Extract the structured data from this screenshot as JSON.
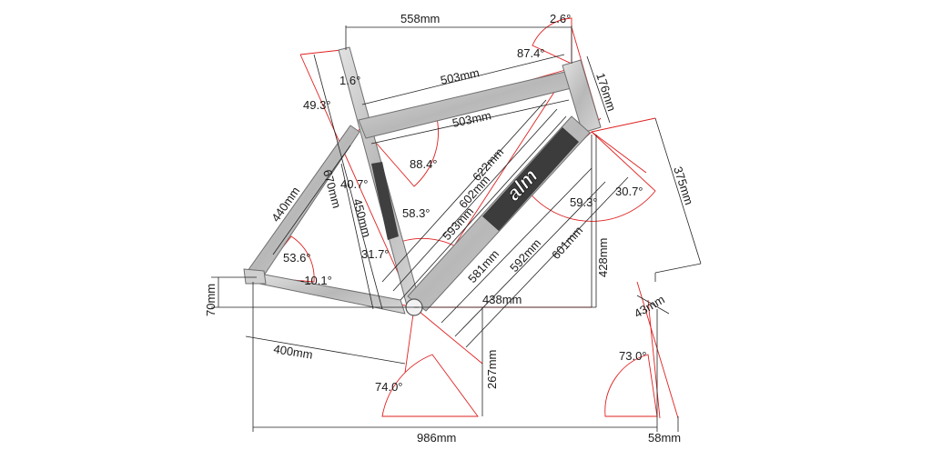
{
  "brand": "alm",
  "colors": {
    "dimension_line": "#222222",
    "construction_line": "#e02020",
    "tube_light": "#c9c9c9",
    "tube_dark": "#3c3c3c"
  },
  "dimensions": {
    "top_tube_horizontal": "558mm",
    "head_angle_offset": "2.6°",
    "head_tube_angle_top": "87.4°",
    "top_tube_upper": "503mm",
    "top_tube_lower": "503mm",
    "head_tube_length": "176mm",
    "seat_offset_angle": "1.6°",
    "seat_stay_angle": "49.3°",
    "seat_top_angle": "88.4°",
    "seat_tube_full": "670mm",
    "seat_stay_length": "440mm",
    "seat_tube_angle_inner": "40.7°",
    "seat_tube_length": "450mm",
    "down_tube_622": "622mm",
    "down_tube_602": "602mm",
    "down_tube_593": "593mm",
    "down_tube_angle": "58.3°",
    "head_down_angle": "59.3°",
    "fork_angle": "30.7°",
    "fork_length": "375mm",
    "chainstay_angle": "53.6°",
    "dropout_angle": "-10.1°",
    "bb_angle": "31.7°",
    "reach_581": "581mm",
    "reach_592": "592mm",
    "reach_601": "601mm",
    "stack": "428mm",
    "bb_to_head": "438mm",
    "bb_drop": "70mm",
    "chainstay_length": "400mm",
    "seat_angle": "74.0°",
    "bb_height": "267mm",
    "fork_offset": "43mm",
    "head_angle": "73.0°",
    "wheelbase": "986mm",
    "trail": "58mm"
  }
}
